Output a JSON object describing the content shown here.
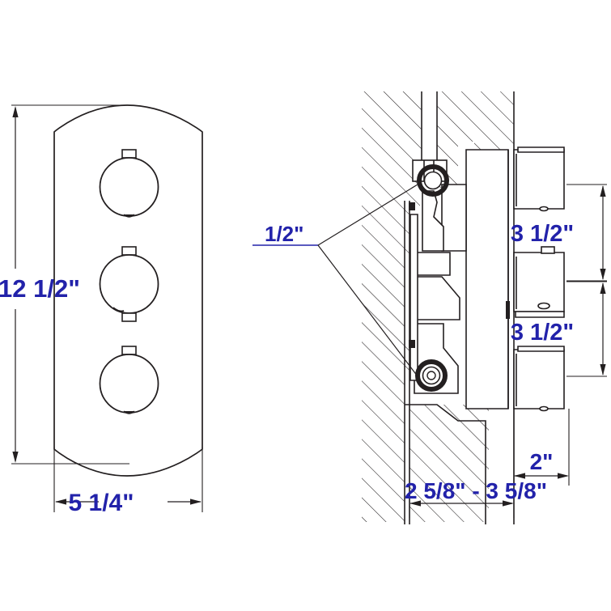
{
  "drawing": {
    "title": "Thermostatic Shower Valve Trim Dimensional Drawing",
    "background_color": "#ffffff",
    "line_color": "#231f20",
    "dimension_color": "#2222aa",
    "front_view": {
      "name": "front-elevation",
      "plate": {
        "label": "escutcheon-plate",
        "width_label": "5 1/4\"",
        "height_label": "12 1/2\""
      },
      "knobs": [
        {
          "name": "top-knob",
          "tabs": "top"
        },
        {
          "name": "middle-knob",
          "tabs": "top-and-bottom"
        },
        {
          "name": "bottom-knob",
          "tabs": "top"
        }
      ]
    },
    "section_view": {
      "name": "wall-section",
      "hatch_label": "wall-hatching",
      "port_label": "1/2\"",
      "handle_spacing_upper": "3 1/2\"",
      "handle_spacing_lower": "3 1/2\"",
      "rough_in_depth": "2 5/8\" - 3 5/8\"",
      "handle_projection": "2\"",
      "components": [
        {
          "name": "upper-oring",
          "type": "o-ring"
        },
        {
          "name": "lower-oring",
          "type": "o-ring"
        },
        {
          "name": "valve-body",
          "type": "body"
        },
        {
          "name": "top-handle",
          "type": "handle"
        },
        {
          "name": "middle-handle",
          "type": "handle"
        },
        {
          "name": "bottom-handle",
          "type": "handle"
        }
      ]
    }
  },
  "dimensions": {
    "height": "12 1/2\"",
    "width": "5 1/4\"",
    "inlet": "1/2\"",
    "handle_gap_upper": "3 1/2\"",
    "handle_gap_lower": "3 1/2\"",
    "rough_in": "2 5/8\" - 3 5/8\"",
    "projection": "2\""
  }
}
